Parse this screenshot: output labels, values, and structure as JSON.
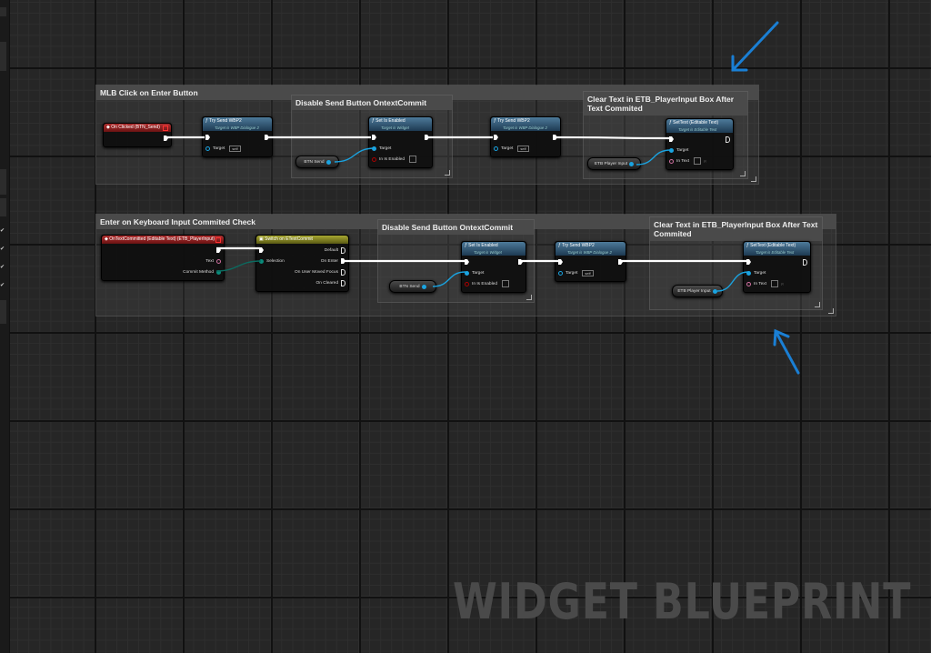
{
  "watermark": "WIDGET BLUEPRINT",
  "colors": {
    "annotation_arrow": "#1a7fd4",
    "exec_wire": "#ffffff",
    "object_wire": "#1aa3e0",
    "enum_wire": "#0b6b60"
  },
  "comments": [
    {
      "id": "c1",
      "title": "MLB Click on Enter Button"
    },
    {
      "id": "c1a",
      "title": "Disable Send Button OntextCommit"
    },
    {
      "id": "c1b",
      "title": "Clear Text in ETB_PlayerInput Box After Text Commited"
    },
    {
      "id": "c2",
      "title": "Enter on Keyboard Input Commited Check"
    },
    {
      "id": "c2a",
      "title": "Disable Send Button OntextCommit"
    },
    {
      "id": "c2b",
      "title": "Clear Text in ETB_PlayerInput Box After Text Commited"
    }
  ],
  "nodes": [
    {
      "id": "n1",
      "kind": "event",
      "icon": "event-icon",
      "title": "On Clicked (BTN_Send)",
      "rows": [
        [
          null,
          {
            "t": "exec"
          }
        ]
      ]
    },
    {
      "id": "n2",
      "kind": "func",
      "icon": "function-icon",
      "title": "Try Send WBP2",
      "subtitle": "Target is WBP Dialogue 2",
      "rows": [
        [
          {
            "t": "exec"
          },
          {
            "t": "exec"
          }
        ],
        [
          {
            "t": "objring",
            "label": "Target",
            "value": "self"
          },
          null
        ]
      ]
    },
    {
      "id": "n3",
      "kind": "func",
      "icon": "function-icon",
      "title": "Set Is Enabled",
      "subtitle": "Target is Widget",
      "rows": [
        [
          {
            "t": "exec"
          },
          {
            "t": "exec"
          }
        ],
        [
          {
            "t": "obj",
            "label": "Target"
          },
          null
        ],
        [
          {
            "t": "boolring",
            "label": "In Is Enabled",
            "check": true
          },
          null
        ]
      ]
    },
    {
      "id": "n4",
      "kind": "func",
      "icon": "function-icon",
      "title": "Try Send WBP2",
      "subtitle": "Target is WBP Dialogue 2",
      "rows": [
        [
          {
            "t": "exec"
          },
          {
            "t": "exec"
          }
        ],
        [
          {
            "t": "objring",
            "label": "Target",
            "value": "self"
          },
          null
        ]
      ]
    },
    {
      "id": "n5",
      "kind": "func",
      "icon": "function-icon",
      "title": "SetText (Editable Text)",
      "subtitle": "Target is Editable Text",
      "rows": [
        [
          {
            "t": "exec"
          },
          {
            "t": "exechollow"
          }
        ],
        [
          {
            "t": "obj",
            "label": "Target"
          },
          null
        ],
        [
          {
            "t": "textring",
            "label": "In Text",
            "check": true,
            "icon": "localize"
          },
          null
        ]
      ]
    },
    {
      "id": "m1",
      "kind": "event",
      "icon": "event-icon",
      "title": "OnTextCommitted (Editable Text) (ETB_PlayerInput)",
      "rows": [
        [
          null,
          {
            "t": "exec"
          }
        ],
        [
          null,
          {
            "t": "textring",
            "label": "Text"
          }
        ],
        [
          null,
          {
            "t": "enum",
            "label": "Commit Method"
          }
        ]
      ]
    },
    {
      "id": "m2",
      "kind": "switch",
      "icon": "switch-icon",
      "title": "Switch on ETextCommit",
      "rows": [
        [
          {
            "t": "exec"
          },
          {
            "t": "exechollow",
            "label": "Default"
          }
        ],
        [
          {
            "t": "enum",
            "label": "Selection"
          },
          {
            "t": "exec",
            "label": "On Enter"
          }
        ],
        [
          null,
          {
            "t": "exechollow",
            "label": "On User Moved Focus"
          }
        ],
        [
          null,
          {
            "t": "exechollow",
            "label": "On Cleared"
          }
        ]
      ]
    },
    {
      "id": "m3",
      "kind": "func",
      "icon": "function-icon",
      "title": "Set Is Enabled",
      "subtitle": "Target is Widget",
      "rows": [
        [
          {
            "t": "exec"
          },
          {
            "t": "exec"
          }
        ],
        [
          {
            "t": "obj",
            "label": "Target"
          },
          null
        ],
        [
          {
            "t": "boolring",
            "label": "In Is Enabled",
            "check": true
          },
          null
        ]
      ]
    },
    {
      "id": "m4",
      "kind": "func",
      "icon": "function-icon",
      "title": "Try Send WBP2",
      "subtitle": "Target is WBP Dialogue 2",
      "rows": [
        [
          {
            "t": "exec"
          },
          {
            "t": "exec"
          }
        ],
        [
          {
            "t": "objring",
            "label": "Target",
            "value": "self"
          },
          null
        ]
      ]
    },
    {
      "id": "m5",
      "kind": "func",
      "icon": "function-icon",
      "title": "SetText (Editable Text)",
      "subtitle": "Target is Editable Text",
      "rows": [
        [
          {
            "t": "exec"
          },
          {
            "t": "exechollow"
          }
        ],
        [
          {
            "t": "obj",
            "label": "Target"
          },
          null
        ],
        [
          {
            "t": "textring",
            "label": "In Text",
            "check": true,
            "icon": "localize"
          },
          null
        ]
      ]
    }
  ],
  "variables": [
    {
      "id": "v1",
      "label": "BTN Send"
    },
    {
      "id": "v2",
      "label": "ETB Player Input"
    },
    {
      "id": "v3",
      "label": "BTN Send"
    },
    {
      "id": "v4",
      "label": "ETB Player Input"
    }
  ]
}
